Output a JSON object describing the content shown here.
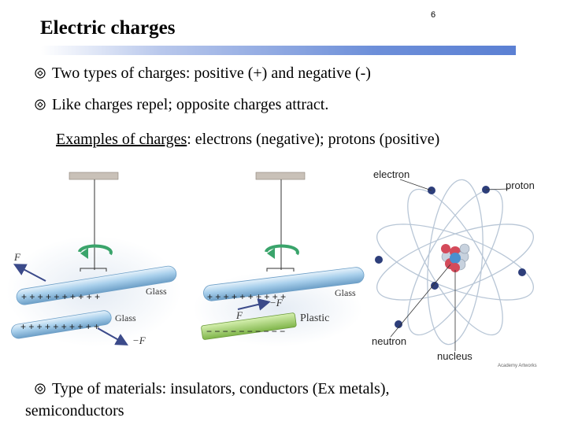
{
  "slide": {
    "title": "Electric charges",
    "page_number": "6"
  },
  "bullets": [
    "Two types of charges: positive (+) and negative (-)",
    "Like charges repel; opposite charges attract."
  ],
  "examples": {
    "label": "Examples of charges",
    "text": ": electrons (negative); protons (positive)"
  },
  "figure": {
    "glass_label_1": "Glass",
    "glass_label_2": "Glass",
    "glass_label_3": "Glass",
    "plastic_label": "Plastic",
    "force_label": "F",
    "neg_force_label": "−F"
  },
  "atom": {
    "electron_label": "electron",
    "proton_label": "proton",
    "neutron_label": "neutron",
    "nucleus_label": "nucleus",
    "credit": "Academy Artworks"
  },
  "bottom_bullet": {
    "line1": "Type of materials: insulators, conductors (Ex metals),",
    "line2": "semiconductors"
  },
  "colors": {
    "bullet_icon": "#000000",
    "title_rule": "#5b80d3",
    "glass_rod": "#9fc6e6",
    "plastic_rod": "#a6d46e",
    "rotation_arrow": "#3aa46b",
    "force_arrow": "#3b4a8a",
    "electron": "#2d3e7a",
    "proton": "#d44a5a",
    "neutron": "#c8d2de"
  }
}
